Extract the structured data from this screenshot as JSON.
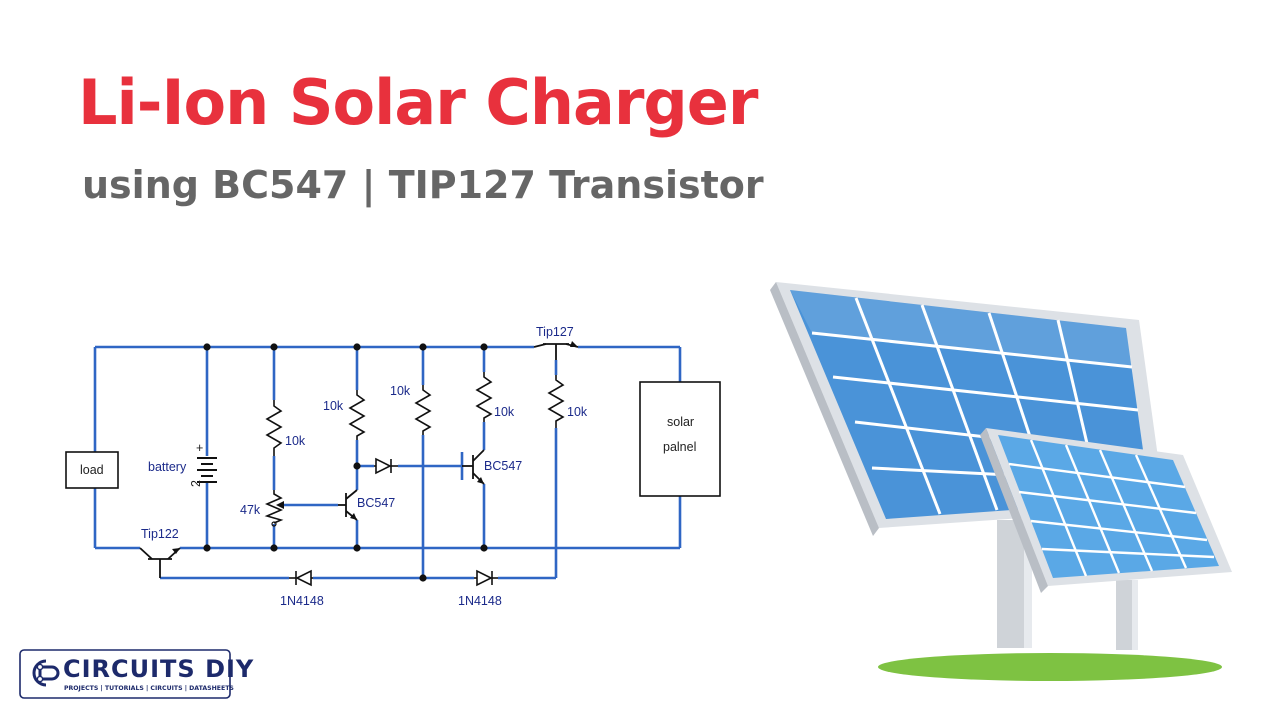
{
  "header": {
    "title": "Li-Ion Solar Charger",
    "subtitle": "using BC547 | TIP127 Transistor"
  },
  "schematic": {
    "labels": {
      "tip127": "Tip127",
      "tip122": "Tip122",
      "load": "load",
      "battery": "battery",
      "battery_plus": "+",
      "battery_minus": "2",
      "r1": "10k",
      "r2": "10k",
      "r3": "10k",
      "r4": "10k",
      "r5": "10k",
      "pot": "47k",
      "q1": "BC547",
      "q2": "BC547",
      "d1": "1N4148",
      "d2": "1N4148",
      "panel_line1": "solar",
      "panel_line2": "palnel"
    },
    "wire_color": "#2f66c4"
  },
  "logo": {
    "name": "CIRCUITS DIY",
    "tagline": "PROJECTS | TUTORIALS | CIRCUITS | DATASHEETS"
  },
  "colors": {
    "title": "#e8313d",
    "subtitle": "#666666",
    "panel_cell": "#5aa8e6",
    "panel_frame": "#d9dde3",
    "grass": "#7ec242"
  }
}
